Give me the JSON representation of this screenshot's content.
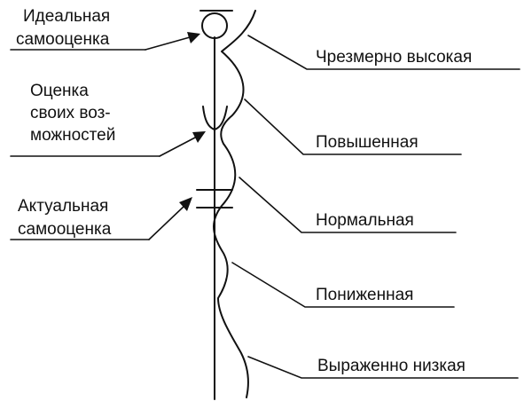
{
  "left_labels": {
    "ideal": [
      "Идеальная",
      "самооценка"
    ],
    "capabilities": [
      "Оценка",
      "своих воз-",
      "можностей"
    ],
    "actual": [
      "Актуальная",
      "самооценка"
    ]
  },
  "right_labels": {
    "very_high": "Чрезмерно высокая",
    "high": "Повышенная",
    "normal": "Нормальная",
    "low": "Пониженная",
    "very_low": "Выраженно низкая"
  },
  "colors": {
    "ink": "#111111",
    "background": "#ffffff"
  }
}
